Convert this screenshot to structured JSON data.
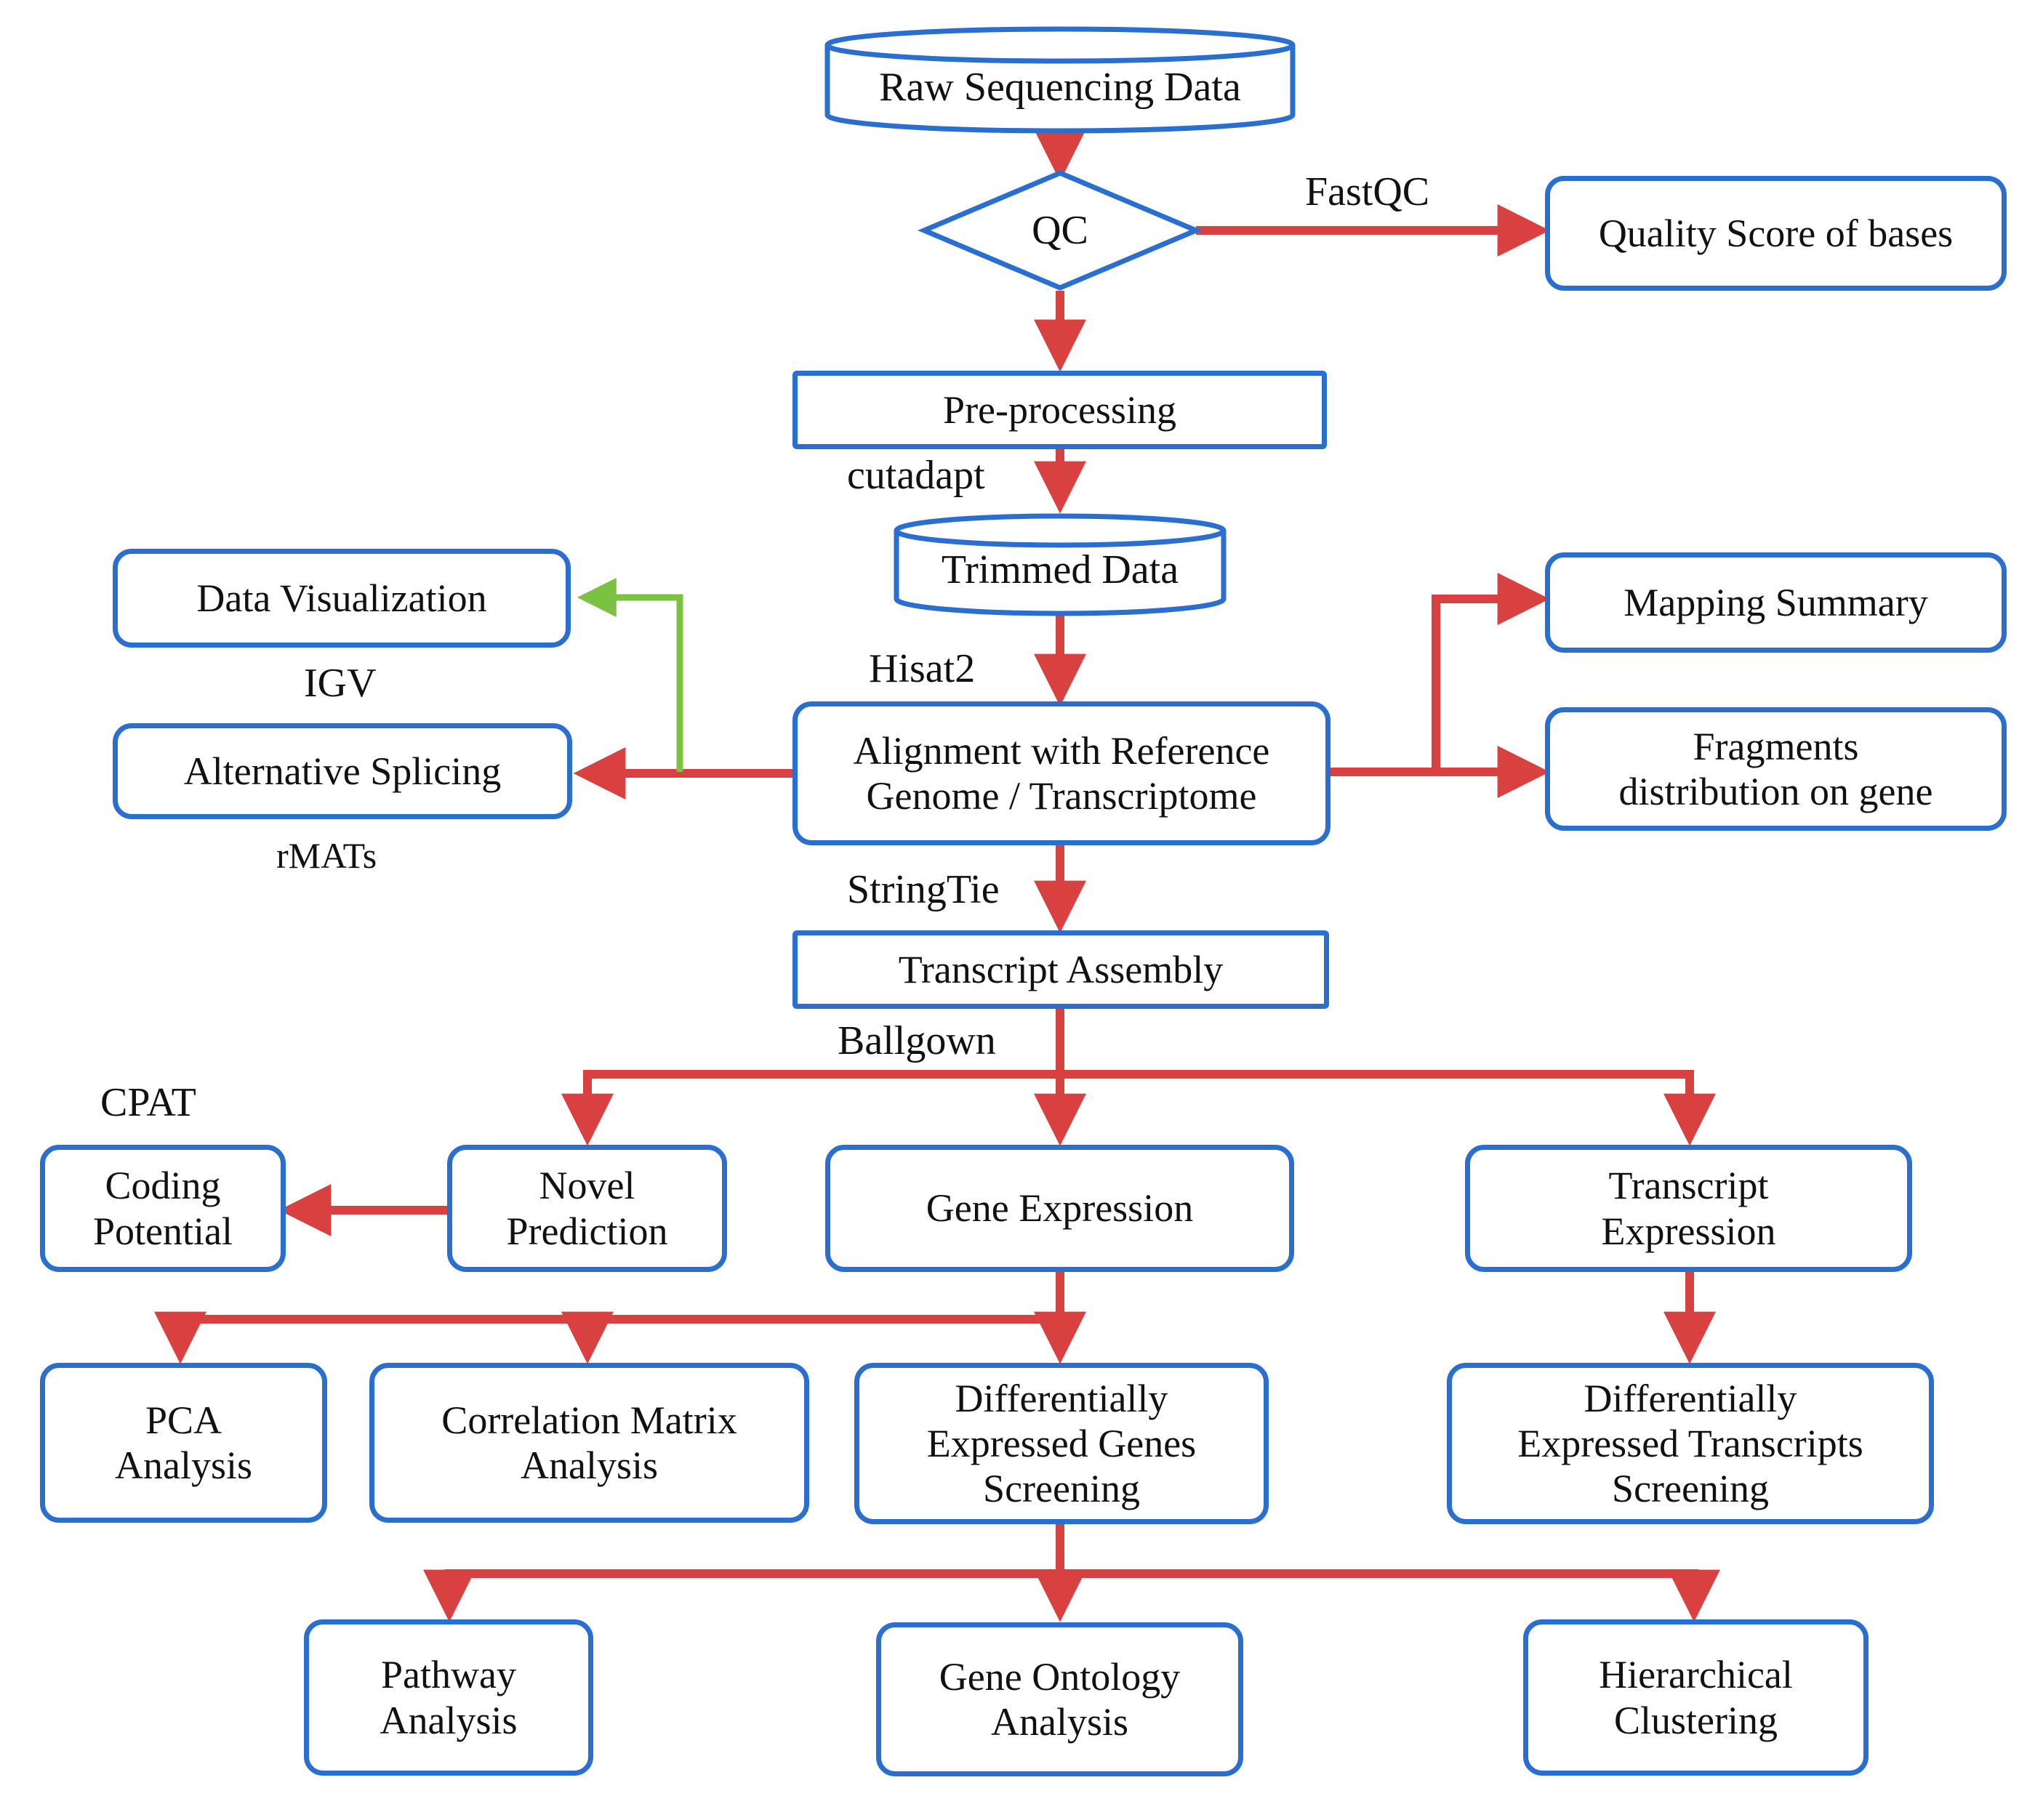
{
  "nodes": {
    "raw_data": "Raw Sequencing Data",
    "qc": "QC",
    "quality_score": "Quality Score of bases",
    "preprocessing": "Pre-processing",
    "trimmed_data": "Trimmed Data",
    "data_visualization": "Data Visualization",
    "alternative_splicing": "Alternative Splicing",
    "alignment": "Alignment with Reference\nGenome / Transcriptome",
    "mapping_summary": "Mapping Summary",
    "fragments_distribution": "Fragments\ndistribution on gene",
    "transcript_assembly": "Transcript Assembly",
    "coding_potential": "Coding\nPotential",
    "novel_prediction": "Novel\nPrediction",
    "gene_expression": "Gene Expression",
    "transcript_expression": "Transcript\nExpression",
    "pca": "PCA\nAnalysis",
    "correlation": "Correlation Matrix\nAnalysis",
    "deg_screening": "Differentially\nExpressed Genes\nScreening",
    "det_screening": "Differentially\nExpressed Transcripts\nScreening",
    "pathway": "Pathway\nAnalysis",
    "gene_ontology": "Gene Ontology\nAnalysis",
    "hierarchical": "Hierarchical\nClustering"
  },
  "tools": {
    "fastqc": "FastQC",
    "cutadapt": "cutadapt",
    "hisat2": "Hisat2",
    "igv": "IGV",
    "rmats": "rMATs",
    "stringtie": "StringTie",
    "ballgown": "Ballgown",
    "cpat": "CPAT"
  },
  "colors": {
    "box_border": "#2a6fd0",
    "arrow_main": "#d94141",
    "arrow_visualization": "#7cc242"
  }
}
